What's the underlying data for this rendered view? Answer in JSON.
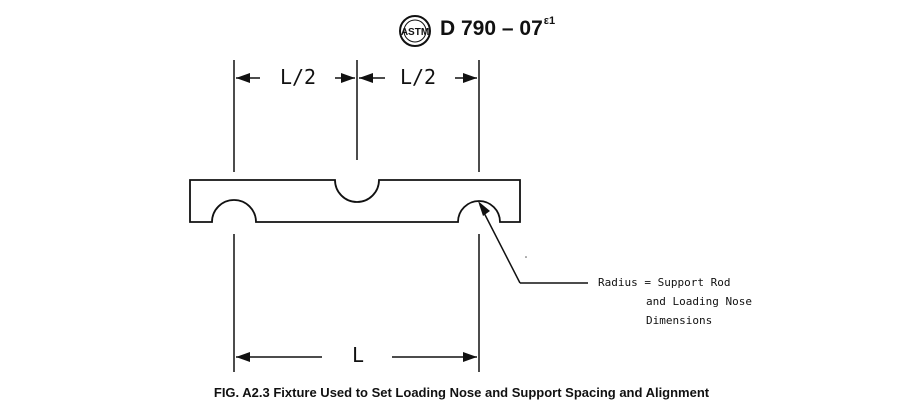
{
  "header": {
    "logo_text": "ASTM",
    "designation": "D 790 – 07",
    "designation_superscript": "ε1"
  },
  "figure": {
    "dim_half_left": "L/2",
    "dim_half_right": "L/2",
    "dim_span": "L",
    "note": {
      "line1": "Radius = Support Rod",
      "line2": "and Loading Nose",
      "line3": "Dimensions"
    },
    "caption": "FIG. A2.3 Fixture Used to Set Loading Nose and Support Spacing and Alignment"
  }
}
